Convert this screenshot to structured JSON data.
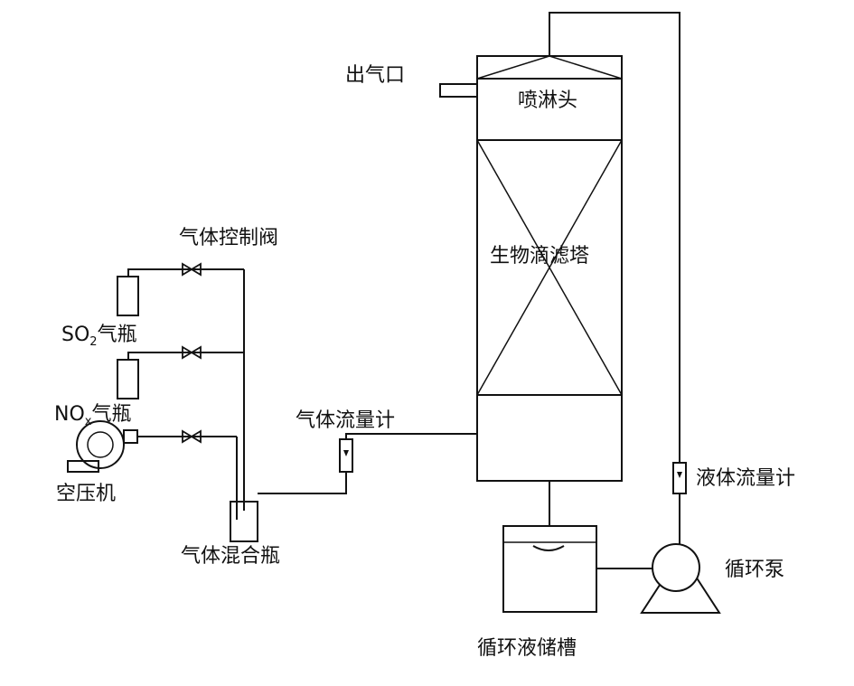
{
  "labels": {
    "gas_outlet": "出气口",
    "spray_head": "喷淋头",
    "bio_trickling_tower": "生物滴滤塔",
    "gas_control_valve": "气体控制阀",
    "so2_cylinder_main": "SO",
    "so2_cylinder_sub": "2",
    "so2_cylinder_suffix": "气瓶",
    "nox_cylinder_main": "NO",
    "nox_cylinder_sub": "x",
    "nox_cylinder_suffix": "气瓶",
    "air_compressor": "空压机",
    "gas_flowmeter": "气体流量计",
    "gas_mixing_bottle": "气体混合瓶",
    "liquid_flowmeter": "液体流量计",
    "circulation_pump": "循环泵",
    "circulation_tank": "循环液储槽"
  }
}
